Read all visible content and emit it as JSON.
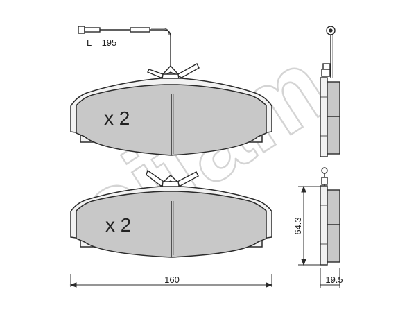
{
  "watermark": {
    "text": "cifam",
    "color": "#d4d4d4"
  },
  "colors": {
    "pad_fill": "#c8c8c8",
    "backing_fill": "#f2f2f2",
    "stroke": "#2b2b2b"
  },
  "sensor": {
    "length_label": "L = 195"
  },
  "pads": [
    {
      "quantity_label": "x 2"
    },
    {
      "quantity_label": "x 2"
    }
  ],
  "dimensions": {
    "width": "160",
    "height": "64.3",
    "thickness": "19.5"
  }
}
